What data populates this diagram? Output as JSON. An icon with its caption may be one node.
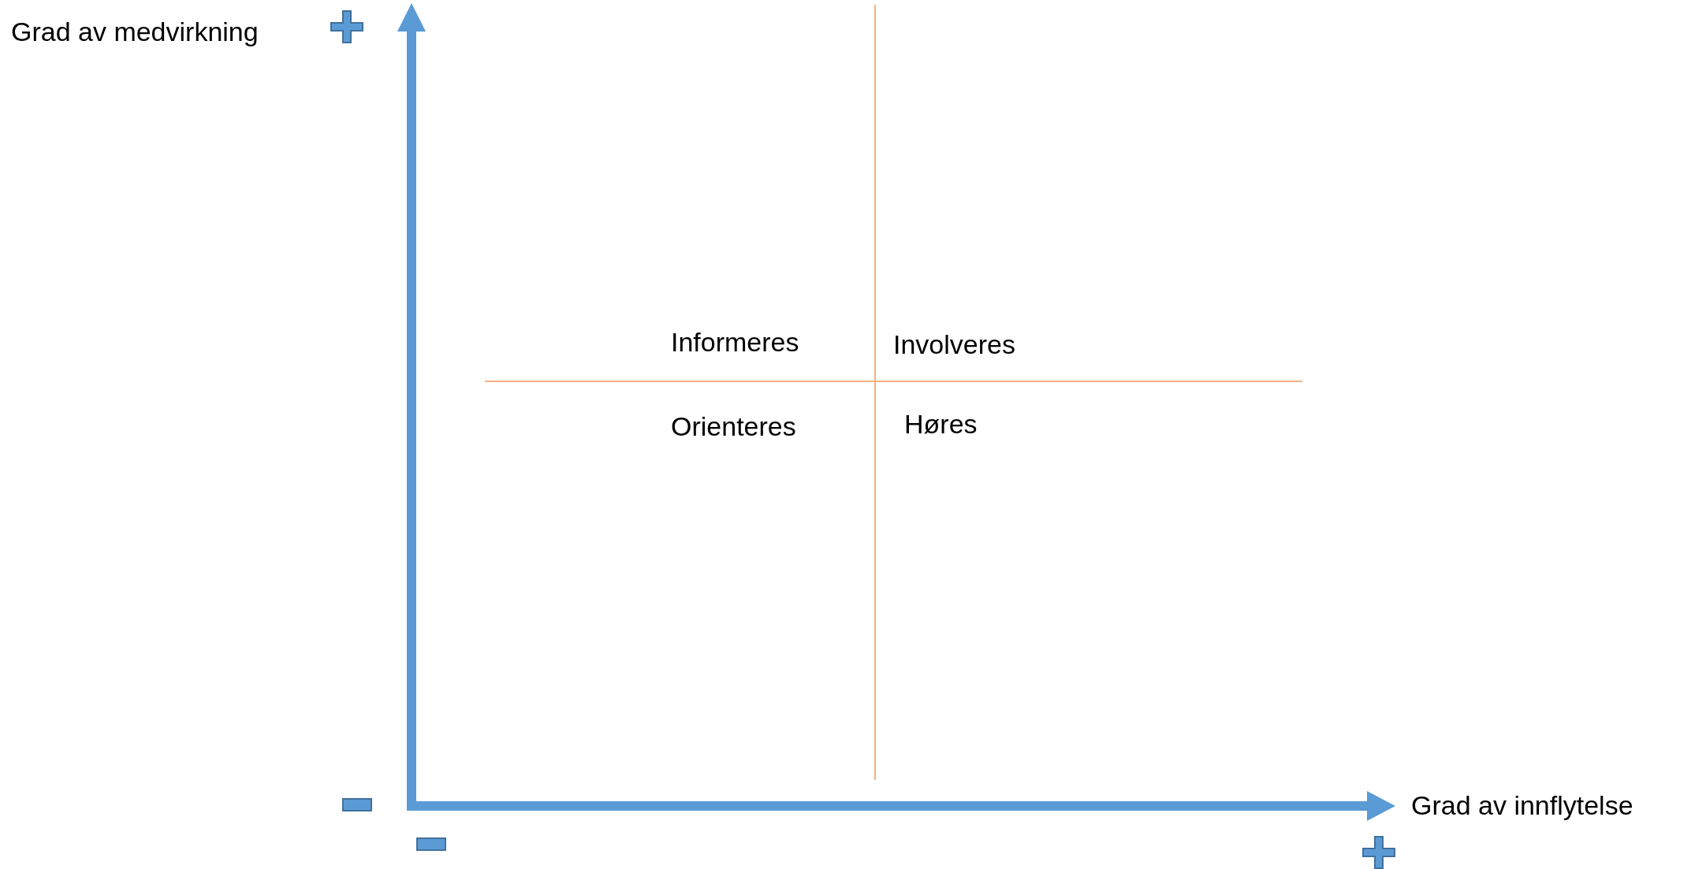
{
  "diagram": {
    "labels": [
      "Grad av medvirkning",
      "Informeres",
      "Involveres",
      "Orienteres",
      "Høres",
      "Grad av innflytelse"
    ]
  }
}
